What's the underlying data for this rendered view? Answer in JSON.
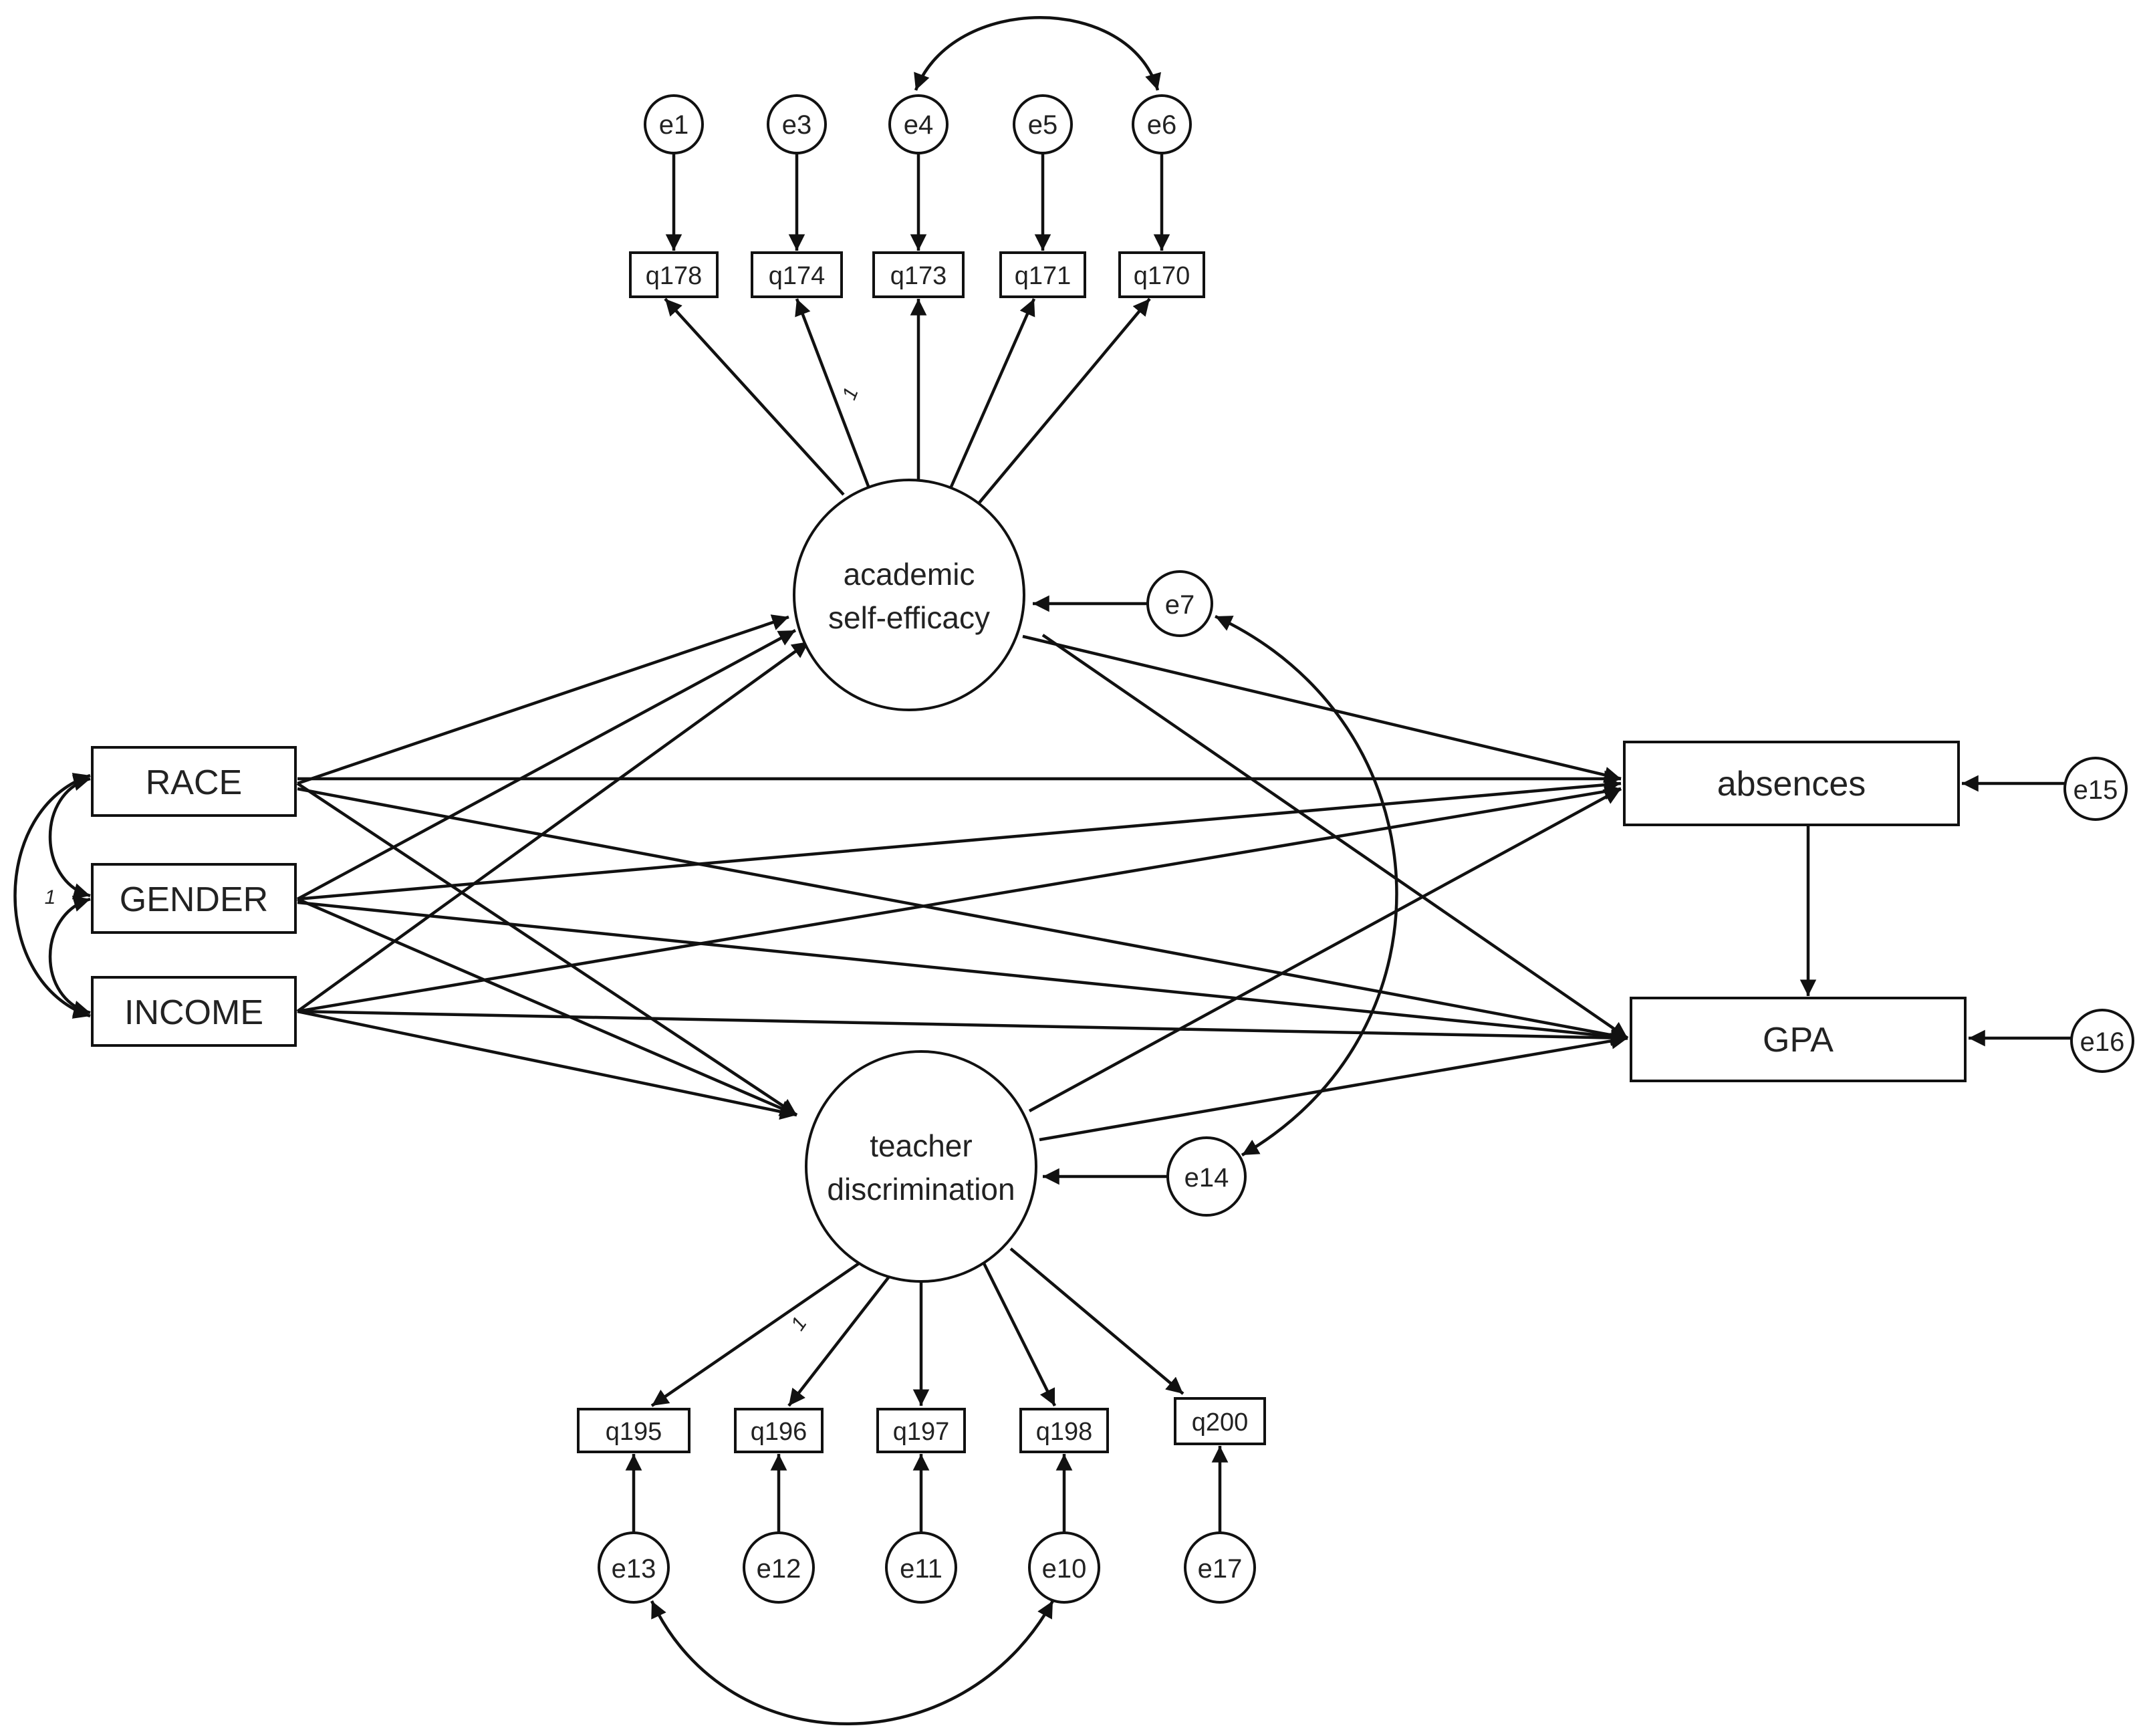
{
  "diagram": {
    "latent": {
      "ase": {
        "line1": "academic",
        "line2": "self-efficacy"
      },
      "td": {
        "line1": "teacher",
        "line2": "discrimination"
      }
    },
    "observed": {
      "race": "RACE",
      "gender": "GENDER",
      "income": "INCOME",
      "absences": "absences",
      "gpa": "GPA"
    },
    "indicators": {
      "q178": "q178",
      "q174": "q174",
      "q173": "q173",
      "q171": "q171",
      "q170": "q170",
      "q195": "q195",
      "q196": "q196",
      "q197": "q197",
      "q198": "q198",
      "q200": "q200"
    },
    "errors": {
      "e1": "e1",
      "e3": "e3",
      "e4": "e4",
      "e5": "e5",
      "e6": "e6",
      "e7": "e7",
      "e14": "e14",
      "e15": "e15",
      "e16": "e16",
      "e13": "e13",
      "e12": "e12",
      "e11": "e11",
      "e10": "e10",
      "e17": "e17"
    },
    "fixed_loadings": {
      "ase": "1",
      "td": "1"
    },
    "gender_fixed": "1"
  }
}
